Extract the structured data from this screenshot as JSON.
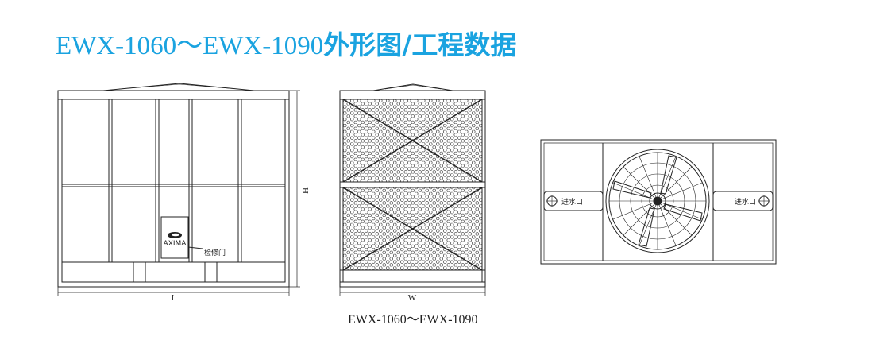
{
  "title": {
    "model_range": "EWX-1060～EWX-1090",
    "suffix": "外形图/工程数据"
  },
  "caption": "EWX-1060～EWX-1090",
  "front_view": {
    "door_label": "检修门",
    "logo_text": "AXIMA",
    "dim_length": "L",
    "dim_height": "H"
  },
  "side_view": {
    "dim_width": "W"
  },
  "top_view": {
    "inlet_left": "进水口",
    "inlet_right": "进水口"
  },
  "colors": {
    "title": "#1aa3e0",
    "line": "#222222"
  }
}
